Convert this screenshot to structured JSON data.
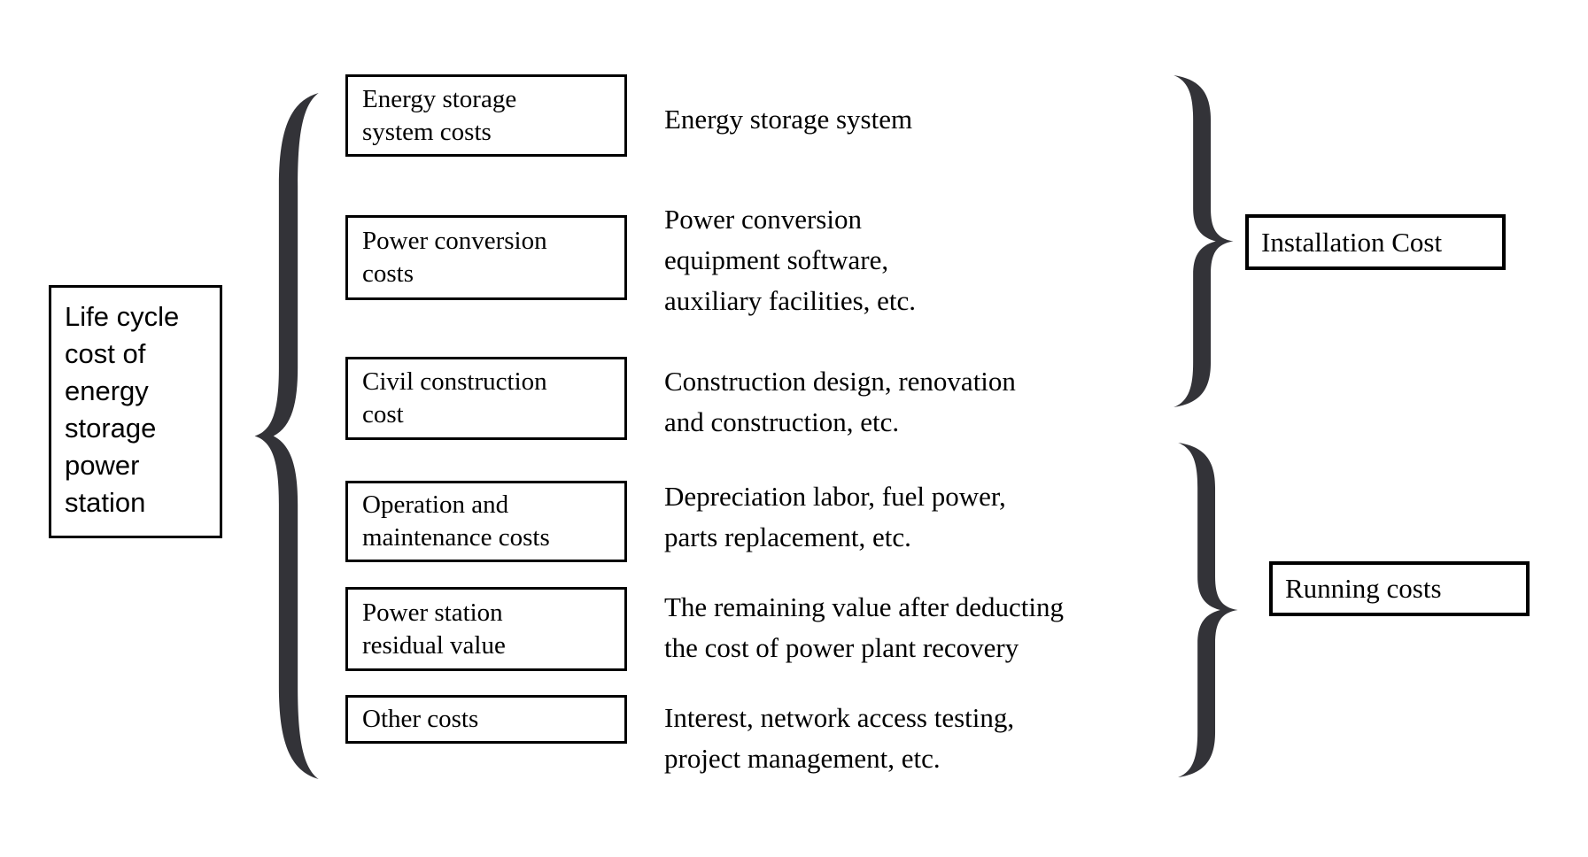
{
  "canvas": {
    "background": "#ffffff",
    "ink": "#000000",
    "brace_color": "#333338"
  },
  "root": {
    "label_lines": [
      "Life cycle",
      "cost of",
      "energy",
      "storage",
      "power",
      "station"
    ]
  },
  "items": [
    {
      "box_lines": [
        "Energy storage",
        "system costs"
      ],
      "desc_lines": [
        "Energy storage system"
      ]
    },
    {
      "box_lines": [
        "Power conversion",
        "costs"
      ],
      "desc_lines": [
        "Power conversion",
        "equipment software,",
        "auxiliary facilities, etc."
      ]
    },
    {
      "box_lines": [
        "Civil construction",
        "cost"
      ],
      "desc_lines": [
        "Construction design, renovation",
        "and construction, etc."
      ]
    },
    {
      "box_lines": [
        "Operation and",
        "maintenance costs"
      ],
      "desc_lines": [
        "Depreciation labor, fuel power,",
        "parts replacement, etc."
      ]
    },
    {
      "box_lines": [
        "Power station",
        "residual value"
      ],
      "desc_lines": [
        "The remaining value after deducting",
        "the cost of power plant recovery"
      ]
    },
    {
      "box_lines": [
        "Other costs"
      ],
      "desc_lines": [
        "Interest, network access testing,",
        "project management, etc."
      ]
    }
  ],
  "groups": [
    {
      "label": "Installation Cost"
    },
    {
      "label": "Running costs"
    }
  ]
}
